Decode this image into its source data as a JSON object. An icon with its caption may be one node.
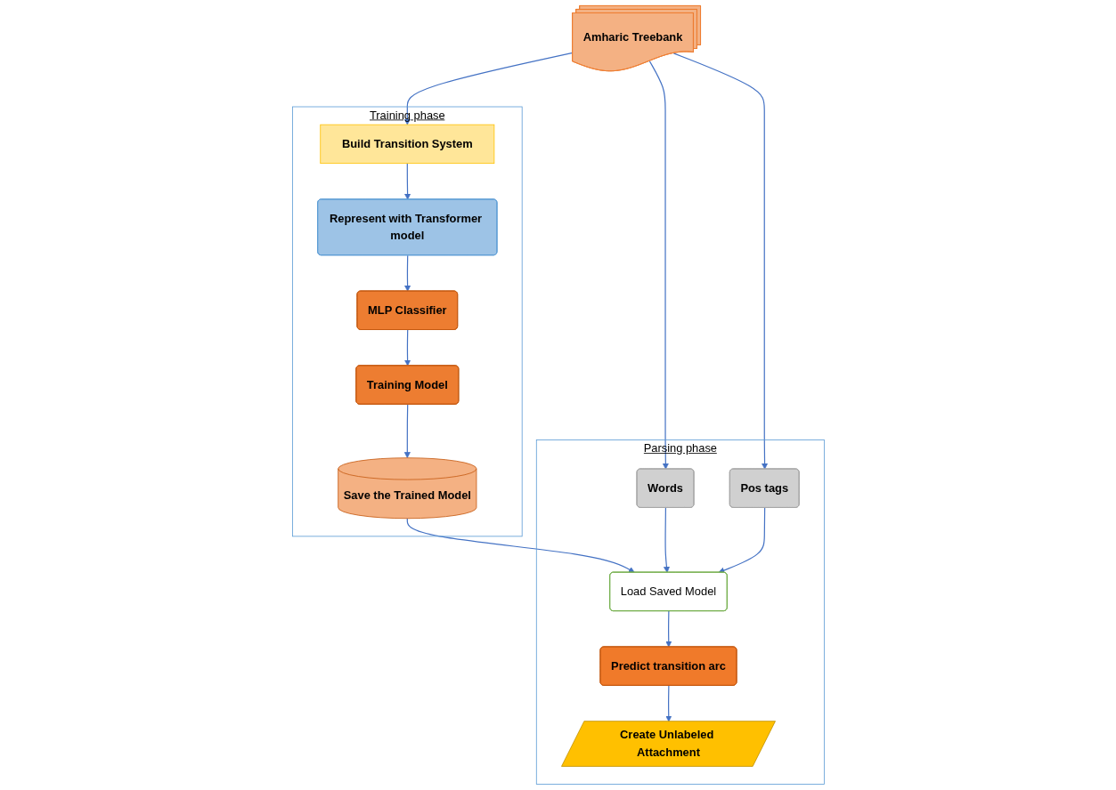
{
  "diagram": {
    "nodes": [
      {
        "text": [
          "Amharic Treebank"
        ]
      },
      {
        "text": [
          "Training phase"
        ]
      },
      {
        "text": [
          "Build Transition System"
        ],
        "in": 1
      },
      {
        "text": [
          "Represent with Transformer model"
        ],
        "in": 1
      },
      {
        "text": [
          "MLP Classifier"
        ],
        "in": 1
      },
      {
        "text": [
          "Training Model"
        ],
        "in": 1
      },
      {
        "text": [
          "Save the Trained Model"
        ],
        "in": 1
      },
      {
        "text": [
          "Parsing phase"
        ]
      },
      {
        "text": [
          "Words"
        ],
        "in": 7
      },
      {
        "text": [
          "Pos tags"
        ],
        "in": 7
      },
      {
        "text": [
          "Load Saved Model"
        ],
        "in": 7
      },
      {
        "text": [
          "Predict transition arc"
        ],
        "in": 7
      },
      {
        "text": [
          "Create Unlabeled Attachment"
        ],
        "in": 7
      }
    ],
    "edges": [
      {
        "from": 0,
        "to": 2,
        "arrow": "to"
      },
      {
        "from": 2,
        "to": 3,
        "arrow": "to"
      },
      {
        "from": 3,
        "to": 4,
        "arrow": "to"
      },
      {
        "from": 4,
        "to": 5,
        "arrow": "to"
      },
      {
        "from": 5,
        "to": 6,
        "arrow": "to"
      },
      {
        "from": 6,
        "to": 10,
        "arrow": "to"
      },
      {
        "from": 0,
        "to": 8,
        "arrow": "to"
      },
      {
        "from": 0,
        "to": 9,
        "arrow": "to"
      },
      {
        "from": 8,
        "to": 10,
        "arrow": "to"
      },
      {
        "from": 9,
        "to": 10,
        "arrow": "to"
      },
      {
        "from": 10,
        "to": 11,
        "arrow": "to"
      },
      {
        "from": 11,
        "to": 12,
        "arrow": "to"
      }
    ]
  }
}
